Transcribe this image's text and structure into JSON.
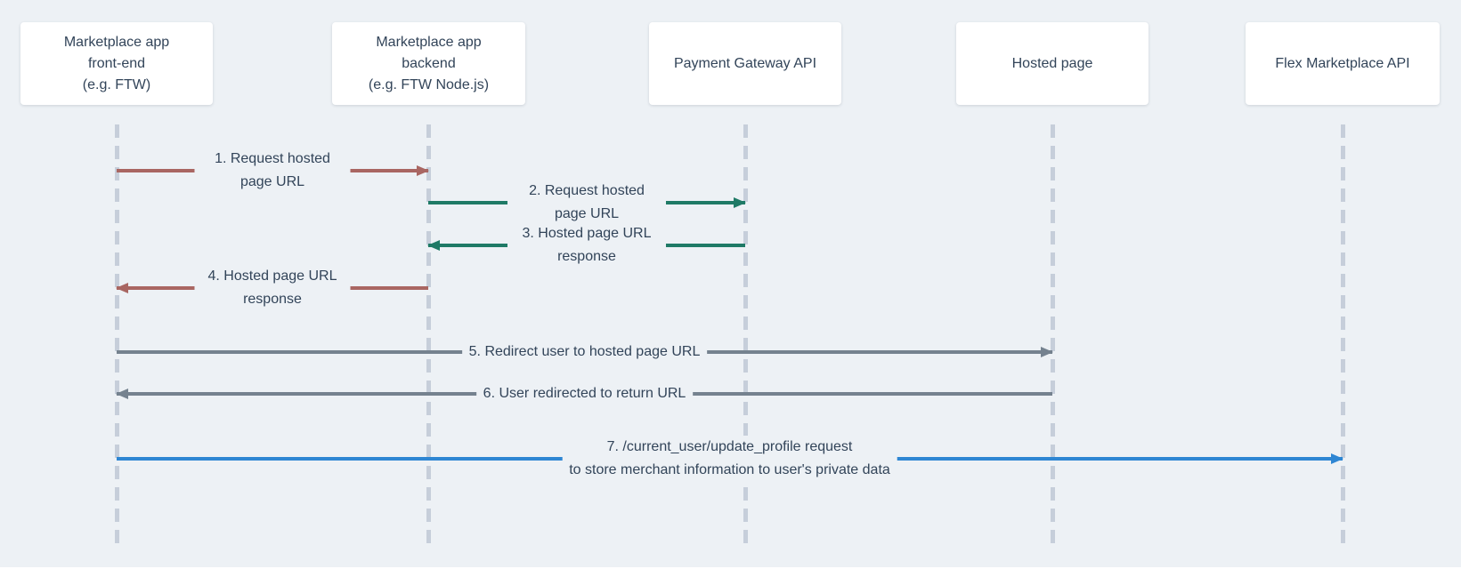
{
  "diagram": {
    "type": "sequence-diagram",
    "participants": [
      {
        "id": "frontend",
        "label": "Marketplace app\nfront-end\n(e.g. FTW)"
      },
      {
        "id": "backend",
        "label": "Marketplace app\nbackend\n(e.g. FTW Node.js)"
      },
      {
        "id": "payment-gateway",
        "label": "Payment Gateway API"
      },
      {
        "id": "hosted-page",
        "label": "Hosted page"
      },
      {
        "id": "flex-api",
        "label": "Flex Marketplace API"
      }
    ],
    "messages": [
      {
        "num": 1,
        "label": "1. Request hosted page URL",
        "from": "frontend",
        "to": "backend",
        "direction": "right",
        "color": "#a96662"
      },
      {
        "num": 2,
        "label": "2. Request hosted page URL",
        "from": "backend",
        "to": "payment-gateway",
        "direction": "right",
        "color": "#1f7a66"
      },
      {
        "num": 3,
        "label": "3. Hosted page URL response",
        "from": "payment-gateway",
        "to": "backend",
        "direction": "left",
        "color": "#1f7a66"
      },
      {
        "num": 4,
        "label": "4. Hosted page URL response",
        "from": "backend",
        "to": "frontend",
        "direction": "left",
        "color": "#a96662"
      },
      {
        "num": 5,
        "label": "5. Redirect user to hosted page URL",
        "from": "frontend",
        "to": "hosted-page",
        "direction": "right",
        "color": "#75828f"
      },
      {
        "num": 6,
        "label": "6. User redirected to return URL",
        "from": "hosted-page",
        "to": "frontend",
        "direction": "left",
        "color": "#75828f"
      },
      {
        "num": 7,
        "label": "7. /current_user/update_profile request\nto store merchant information to user's private data",
        "from": "frontend",
        "to": "flex-api",
        "direction": "right",
        "color": "#2e86d3"
      }
    ],
    "colors": {
      "background": "#edf1f5",
      "participant_box": "#ffffff",
      "text": "#324459",
      "lifeline": "#c6ceda",
      "arrow_red": "#a96662",
      "arrow_green": "#1f7a66",
      "arrow_gray": "#75828f",
      "arrow_blue": "#2e86d3"
    }
  }
}
